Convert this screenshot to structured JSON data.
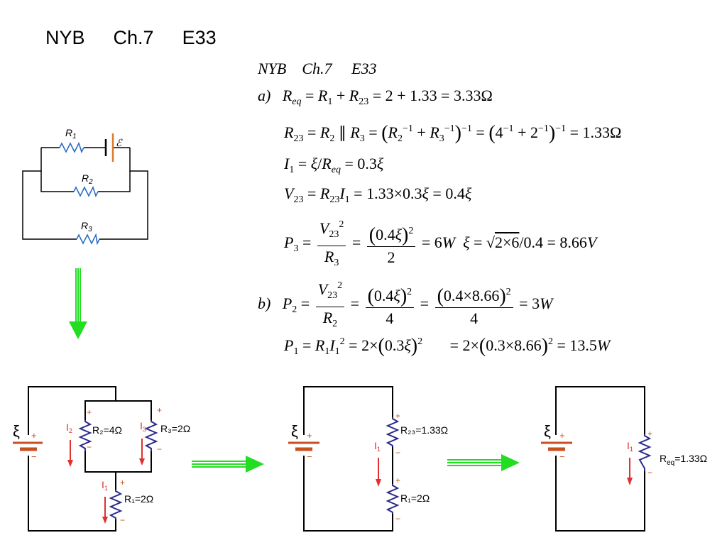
{
  "title": [
    "NYB",
    "Ch.7",
    "E33"
  ],
  "solution": {
    "header": [
      "NYB",
      "Ch.7",
      "E33"
    ],
    "part_a": "a)",
    "part_b": "b)",
    "req_line": "R_eq = R_1 + R_23 = 2 + 1.33 = 3.33Ω",
    "r23_line": "R_23 = R_2 ∥ R_3 = (R_2^-1 + R_3^-1)^-1 = (4^-1 + 2^-1)^-1 = 1.33Ω",
    "i1_line": "I_1 = ξ / R_eq = 0.3ξ",
    "v23_line": "V_23 = R_23 I_1 = 1.33 × 0.3ξ = 0.4ξ",
    "p3_line": "P_3 = V_23^2 / R_3 = (0.4ξ)^2 / 2 = 6W   ξ = √(2×6) / 0.4 = 8.66V",
    "p2_line": "P_2 = V_23^2 / R_2 = (0.4ξ)^2 / 4 = (0.4×8.66)^2 / 4 = 3W",
    "p1_line": "P_1 = R_1 I_1^2 = 2×(0.3ξ)^2 = 2×(0.3×8.66)^2 = 13.5W"
  },
  "textbook_circuit": {
    "r1": "R",
    "r2": "R",
    "r3": "R",
    "emf": "ℰ"
  },
  "circuit1": {
    "emf": "ξ",
    "plus": "+",
    "minus": "−",
    "r2": "R₂=4Ω",
    "r3": "R₃=2Ω",
    "r1": "R₁=2Ω",
    "i2": "I",
    "i3": "I",
    "i1": "I"
  },
  "circuit2": {
    "emf": "ξ",
    "r23": "R₂₃=1.33Ω",
    "r1": "R₁=2Ω",
    "i1": "I"
  },
  "circuit3": {
    "emf": "ξ",
    "req": "R",
    "req_sub": "eq",
    "req_val": "=1.33Ω",
    "i1": "I"
  },
  "colors": {
    "green": "#22dd22",
    "battery": "#c8501e",
    "resistor": "#2b2b8c",
    "current": "#e03030"
  }
}
